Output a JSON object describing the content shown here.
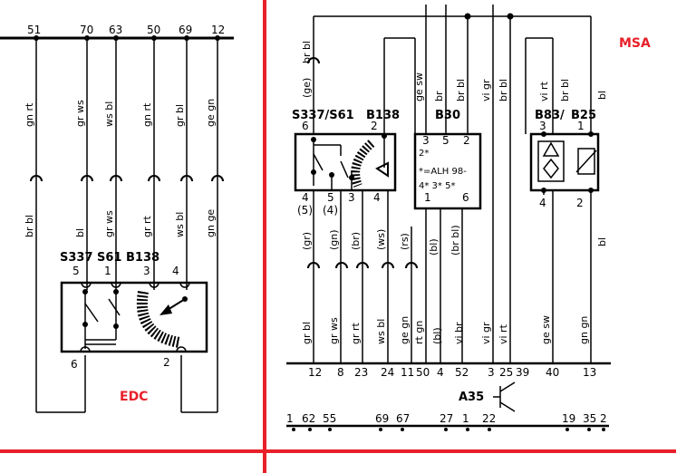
{
  "section_labels": {
    "left": "EDC",
    "right": "MSA",
    "left_color": "#e8202a",
    "right_color": "#e8202a"
  },
  "divider_color": "#e8202a",
  "edc": {
    "top_pins": [
      "51",
      "70",
      "63",
      "50",
      "69",
      "12"
    ],
    "wire_upper": [
      "gn rt",
      "gr ws",
      "ws bl",
      "gn rt",
      "gr bl",
      "ge gn"
    ],
    "wire_lower": [
      "br bl",
      "bl",
      "gr ws",
      "gr rt",
      "ws bl",
      "gn ge"
    ],
    "component": "S337  S61  B138",
    "component_pins_top": [
      "5",
      "1",
      "3",
      "4"
    ],
    "component_pins_bottom": [
      "6",
      "2"
    ]
  },
  "msa": {
    "s_component": "S337/S61",
    "b138": "B138",
    "b30": "B30",
    "b83": "B83/",
    "b25": "B25",
    "s_pin_top": "6",
    "b138_pin_top": "2",
    "s_pin_top_label": "(ge)",
    "s_top_wire": "br bl",
    "s_bottom_pins": [
      "4",
      "5",
      "3",
      "4"
    ],
    "s_bottom_paren": [
      "(5)",
      "(4)"
    ],
    "lower_paren_labels": [
      "(gr)",
      "(gn)",
      "(br)",
      "(ws)",
      "(rs)"
    ],
    "b30_top_wires": [
      "ge sw",
      "br",
      "br bl",
      "vi gr",
      "br bl"
    ],
    "b30_pins_top": [
      "3",
      "5",
      "2"
    ],
    "b30_note1": "2*",
    "b30_note2": "*=ALH 98-",
    "b30_note3": "4*  3*   5*",
    "b30_pins_bottom": [
      "1",
      "6"
    ],
    "b30_lower_paren": [
      "(bl)",
      "(br bl)"
    ],
    "b83_pins_top": [
      "3",
      "1"
    ],
    "b83_pins_bottom": [
      "4",
      "2"
    ],
    "b83_top_wires": [
      "vi rt",
      "br bl",
      "bl"
    ],
    "b83_lower_wire": "bl",
    "bottom_wires": [
      "gr bl",
      "gr ws",
      "gr rt",
      "ws bl",
      "ge gn",
      "rt gn",
      "(bl)",
      "vi br",
      "vi gr",
      "vi rt",
      "ge sw",
      "gn gn"
    ],
    "a35_pins": [
      "12",
      "8",
      "23",
      "24",
      "11",
      "50",
      "4",
      "52",
      "3",
      "25",
      "39",
      "40",
      "13"
    ],
    "a35": "A35",
    "bottom_row": [
      "1",
      "62",
      "55",
      "69",
      "67",
      "27",
      "1",
      "22",
      "19",
      "35",
      "2"
    ]
  }
}
